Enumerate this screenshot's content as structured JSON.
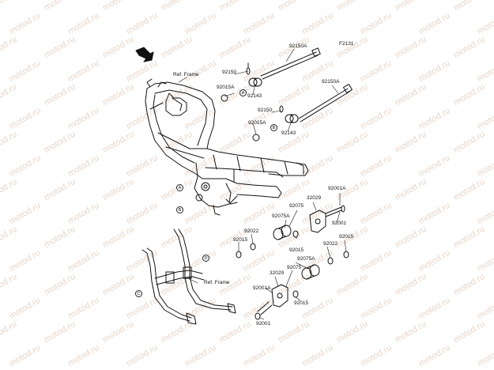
{
  "diagram": {
    "code": "F2131",
    "watermark": "motod.ru",
    "ref_frame": "Ref. Frame",
    "parts": {
      "p92150A_top": "92150A",
      "p92150_top": "92150",
      "p92015A_top": "92015A",
      "p92143_top": "92143",
      "p92150A_mid": "92150A",
      "p92150_mid": "92150",
      "p92015A_mid": "92015A",
      "p92143_mid": "92143",
      "p32029_top": "32029",
      "p92001A_top": "92001A",
      "p92075_top": "92075",
      "p92001_top": "92001",
      "p92075A_top": "92075A",
      "p92022_left": "92022",
      "p92015_left": "92015",
      "p92015_mid": "92015",
      "p92015_right": "92015",
      "p92022_right": "92022",
      "p92075A_bot": "92075A",
      "p92075_bot": "92075",
      "p32029_bot": "32029",
      "p92001A_bot": "92001A",
      "p92015_bot": "92015",
      "p92001_bot": "92001"
    },
    "callouts": {
      "a": "A",
      "b": "B",
      "c": "C",
      "d": "D"
    }
  }
}
